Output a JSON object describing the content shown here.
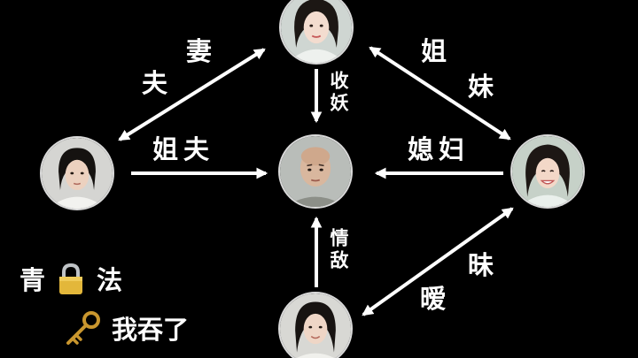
{
  "nodes": {
    "top": "top-woman-portrait",
    "center": "center-monk-portrait",
    "left": "left-man-portrait",
    "right": "right-woman-portrait",
    "bottom": "bottom-man-portrait"
  },
  "edges": {
    "top_left_upper": "妻",
    "top_left_lower": "夫",
    "top_center_1": "收",
    "top_center_2": "妖",
    "left_center": "姐夫",
    "right_center": "媳妇",
    "top_right_upper": "姐",
    "top_right_lower": "妹",
    "bottom_center_1": "情",
    "bottom_center_2": "敌",
    "bottom_right_upper": "昧",
    "bottom_right_lower": "暧"
  },
  "legend": {
    "line1_start": "青",
    "line1_icon": "lock-icon",
    "line1_end": "法",
    "line2_icon": "key-icon",
    "line2_text": "我吞了"
  },
  "colors": {
    "background": "#000000",
    "arrow": "#ffffff",
    "text": "#ffffff",
    "lock_body": "#e3b73a",
    "key": "#c9962e"
  }
}
